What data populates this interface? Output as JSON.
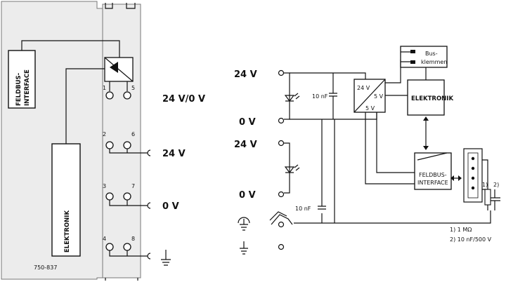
{
  "left": {
    "feldbus_interface": "FELDBUS-INTERFACE",
    "elektronik": "ELEKTRONIK",
    "part_number": "750-837",
    "pins": {
      "p1": "1",
      "p5": "5",
      "p2": "2",
      "p6": "6",
      "p3": "3",
      "p7": "7",
      "p4": "4",
      "p8": "8"
    },
    "label_24v_0v": "24 V/0 V",
    "label_24v": "24 V",
    "label_0v": "0 V"
  },
  "right": {
    "v24_top": "24 V",
    "v0_top": "0 V",
    "v24_mid": "24 V",
    "v0_mid": "0 V",
    "cap1": "10 nF",
    "cap2": "10 nF",
    "conv_in": "24 V",
    "conv_out1": "5 V",
    "conv_out2": "5 V",
    "elektronik": "ELEKTRONIK",
    "busklemmen_line1": "Bus-",
    "busklemmen_line2": "klemmen",
    "feldbus_line1": "FELDBUS-",
    "feldbus_line2": "INTERFACE",
    "mark1": "1)",
    "mark2": "2)",
    "footnote1": "1) 1 MΩ",
    "footnote2": "2) 10 nF/500 V"
  }
}
